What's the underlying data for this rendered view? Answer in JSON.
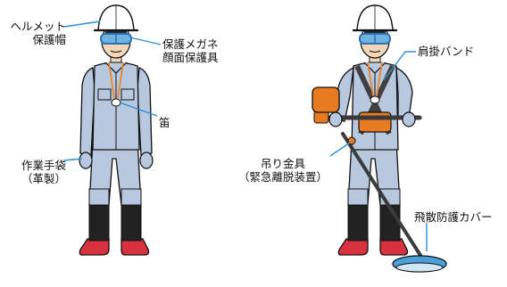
{
  "colors": {
    "helmet": "#ffffff",
    "goggles_lens": "#6fb3e0",
    "goggles_strap": "#2d6fb4",
    "uniform": "#b8c9df",
    "uniform_shade": "#9fb3cf",
    "shin_guard": "#222222",
    "boots": "#d8313f",
    "skin": "#f6d7b8",
    "hair": "#2a2a2a",
    "lanyard": "#e8842c",
    "harness_strap": "#404040",
    "harness_accent": "#e87a22",
    "pointer_line": "#2d8fd6",
    "trimmer_shaft": "#3b3b3b",
    "trimmer_guard": "#4aa0d8"
  },
  "labels": {
    "helmet_line1": "ヘルメット",
    "helmet_line2": "保護帽",
    "goggles_line1": "保護メガネ",
    "goggles_line2": "顔面保護具",
    "whistle": "笛",
    "gloves_line1": "作業手袋",
    "gloves_line2": "（革製）",
    "shoulder_band": "肩掛バンド",
    "hanger_line1": "吊り金具",
    "hanger_line2": "（緊急離脱装置）",
    "blade_guard": "飛散防護カバー"
  }
}
